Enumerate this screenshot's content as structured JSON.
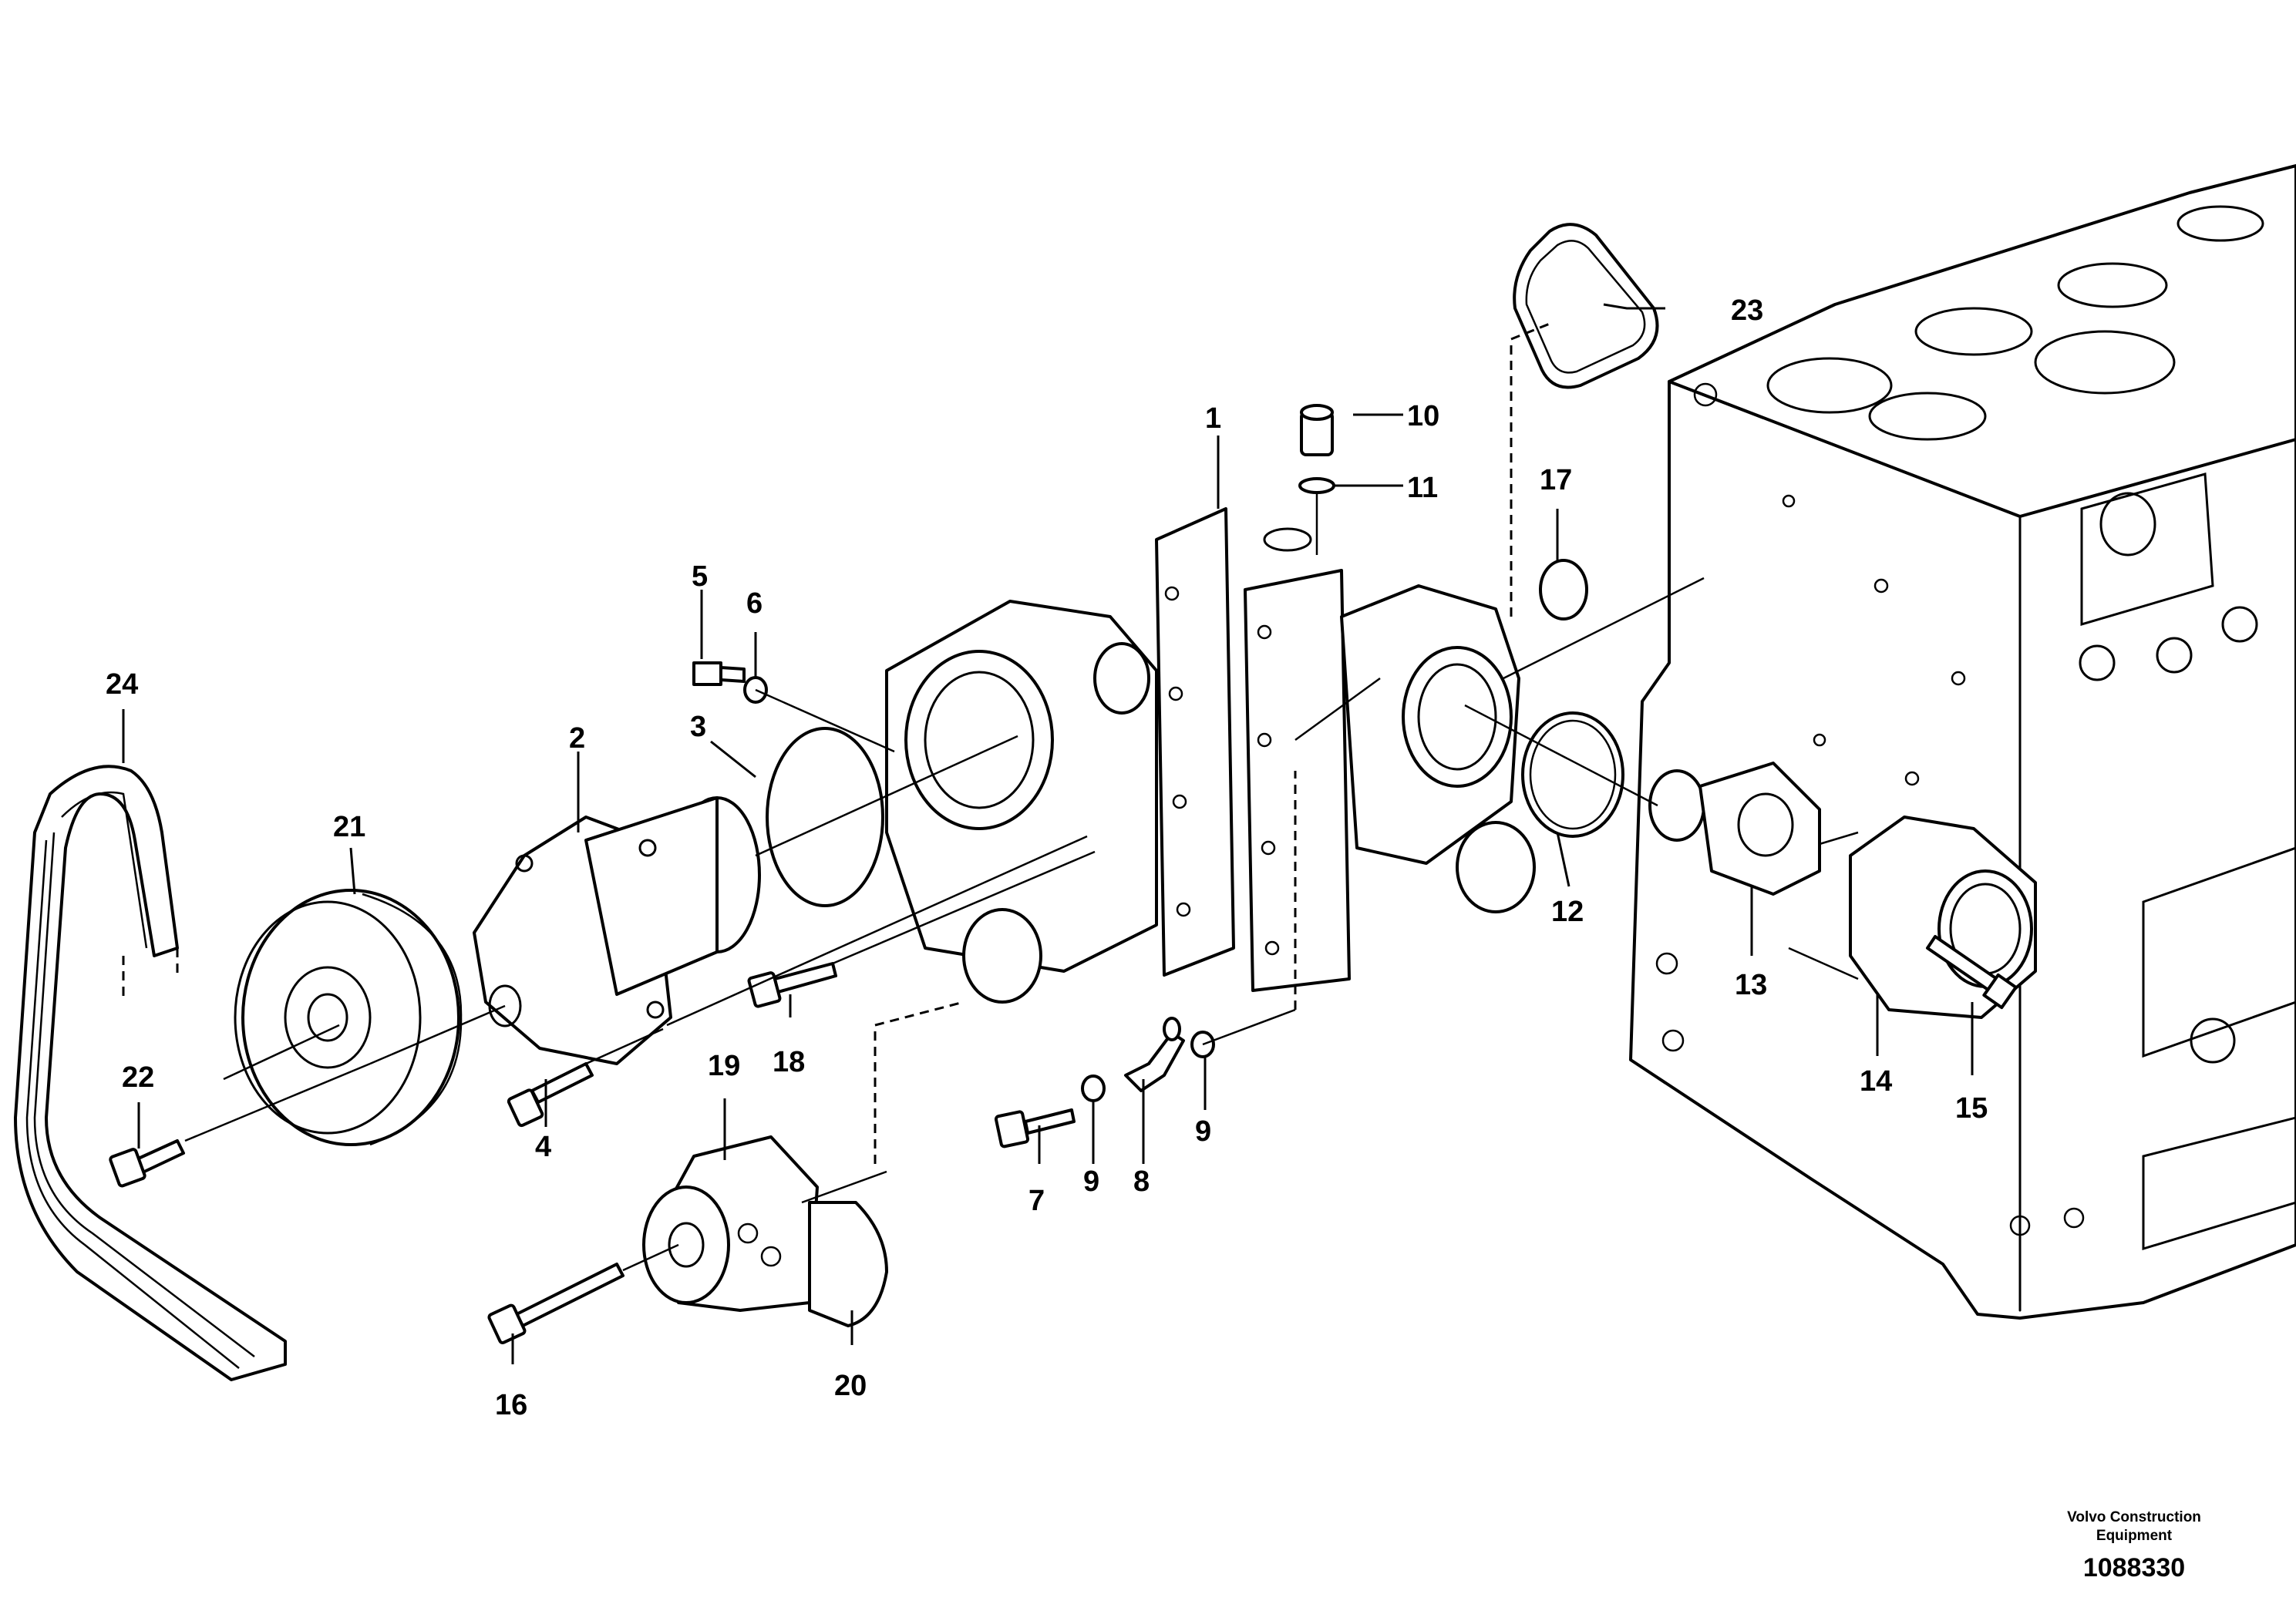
{
  "callouts": [
    "1",
    "2",
    "3",
    "4",
    "5",
    "6",
    "7",
    "8",
    "9",
    "9",
    "10",
    "11",
    "12",
    "13",
    "14",
    "15",
    "16",
    "17",
    "18",
    "19",
    "20",
    "21",
    "22",
    "23",
    "24"
  ],
  "footer": {
    "brand_line1": "Volvo Construction",
    "brand_line2": "Equipment",
    "doc_number": "1088330"
  }
}
